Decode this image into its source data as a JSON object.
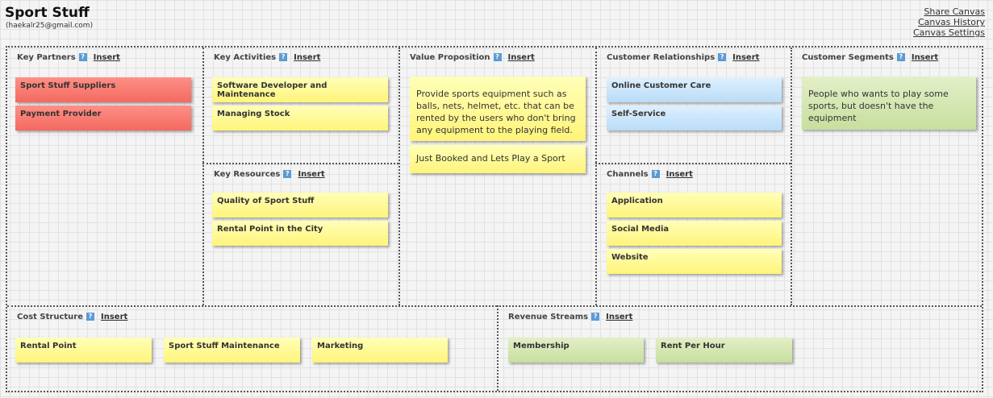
{
  "header": {
    "title": "Sport Stuff",
    "email": "(haekalr25@gmail.com)"
  },
  "links": {
    "share": "Share Canvas",
    "history": "Canvas History",
    "settings": "Canvas Settings"
  },
  "help_glyph": "?",
  "insert_label": "Insert",
  "sections": {
    "key_partners": {
      "title": "Key Partners",
      "notes": [
        "Sport Stuff Suppliers",
        "Payment Provider"
      ]
    },
    "key_activities": {
      "title": "Key Activities",
      "notes": [
        "Software Developer and Maintenance",
        "Managing Stock"
      ]
    },
    "key_resources": {
      "title": "Key Resources",
      "notes": [
        "Quality of Sport Stuff",
        "Rental Point in the City"
      ]
    },
    "value_proposition": {
      "title": "Value Proposition",
      "notes": [
        "Provide sports equipment such as balls, nets, helmet, etc. that can be rented by the users who don't bring any equipment to the playing field.",
        "Just Booked and Lets Play a Sport"
      ]
    },
    "customer_relationships": {
      "title": "Customer Relationships",
      "notes": [
        "Online Customer Care",
        "Self-Service"
      ]
    },
    "channels": {
      "title": "Channels",
      "notes": [
        "Application",
        "Social Media",
        "Website"
      ]
    },
    "customer_segments": {
      "title": "Customer Segments",
      "notes": [
        "People who wants to play some sports, but doesn't have the equipment"
      ]
    },
    "cost_structure": {
      "title": "Cost Structure",
      "notes": [
        "Rental Point",
        "Sport Stuff Maintenance",
        "Marketing"
      ]
    },
    "revenue_streams": {
      "title": "Revenue Streams",
      "notes": [
        "Membership",
        "Rent Per Hour"
      ]
    }
  },
  "colors": {
    "yellow": "#fff47a",
    "red": "#f26a60",
    "blue": "#b9dcf7",
    "green": "#c7df9e",
    "help": "#5b9bd5"
  }
}
